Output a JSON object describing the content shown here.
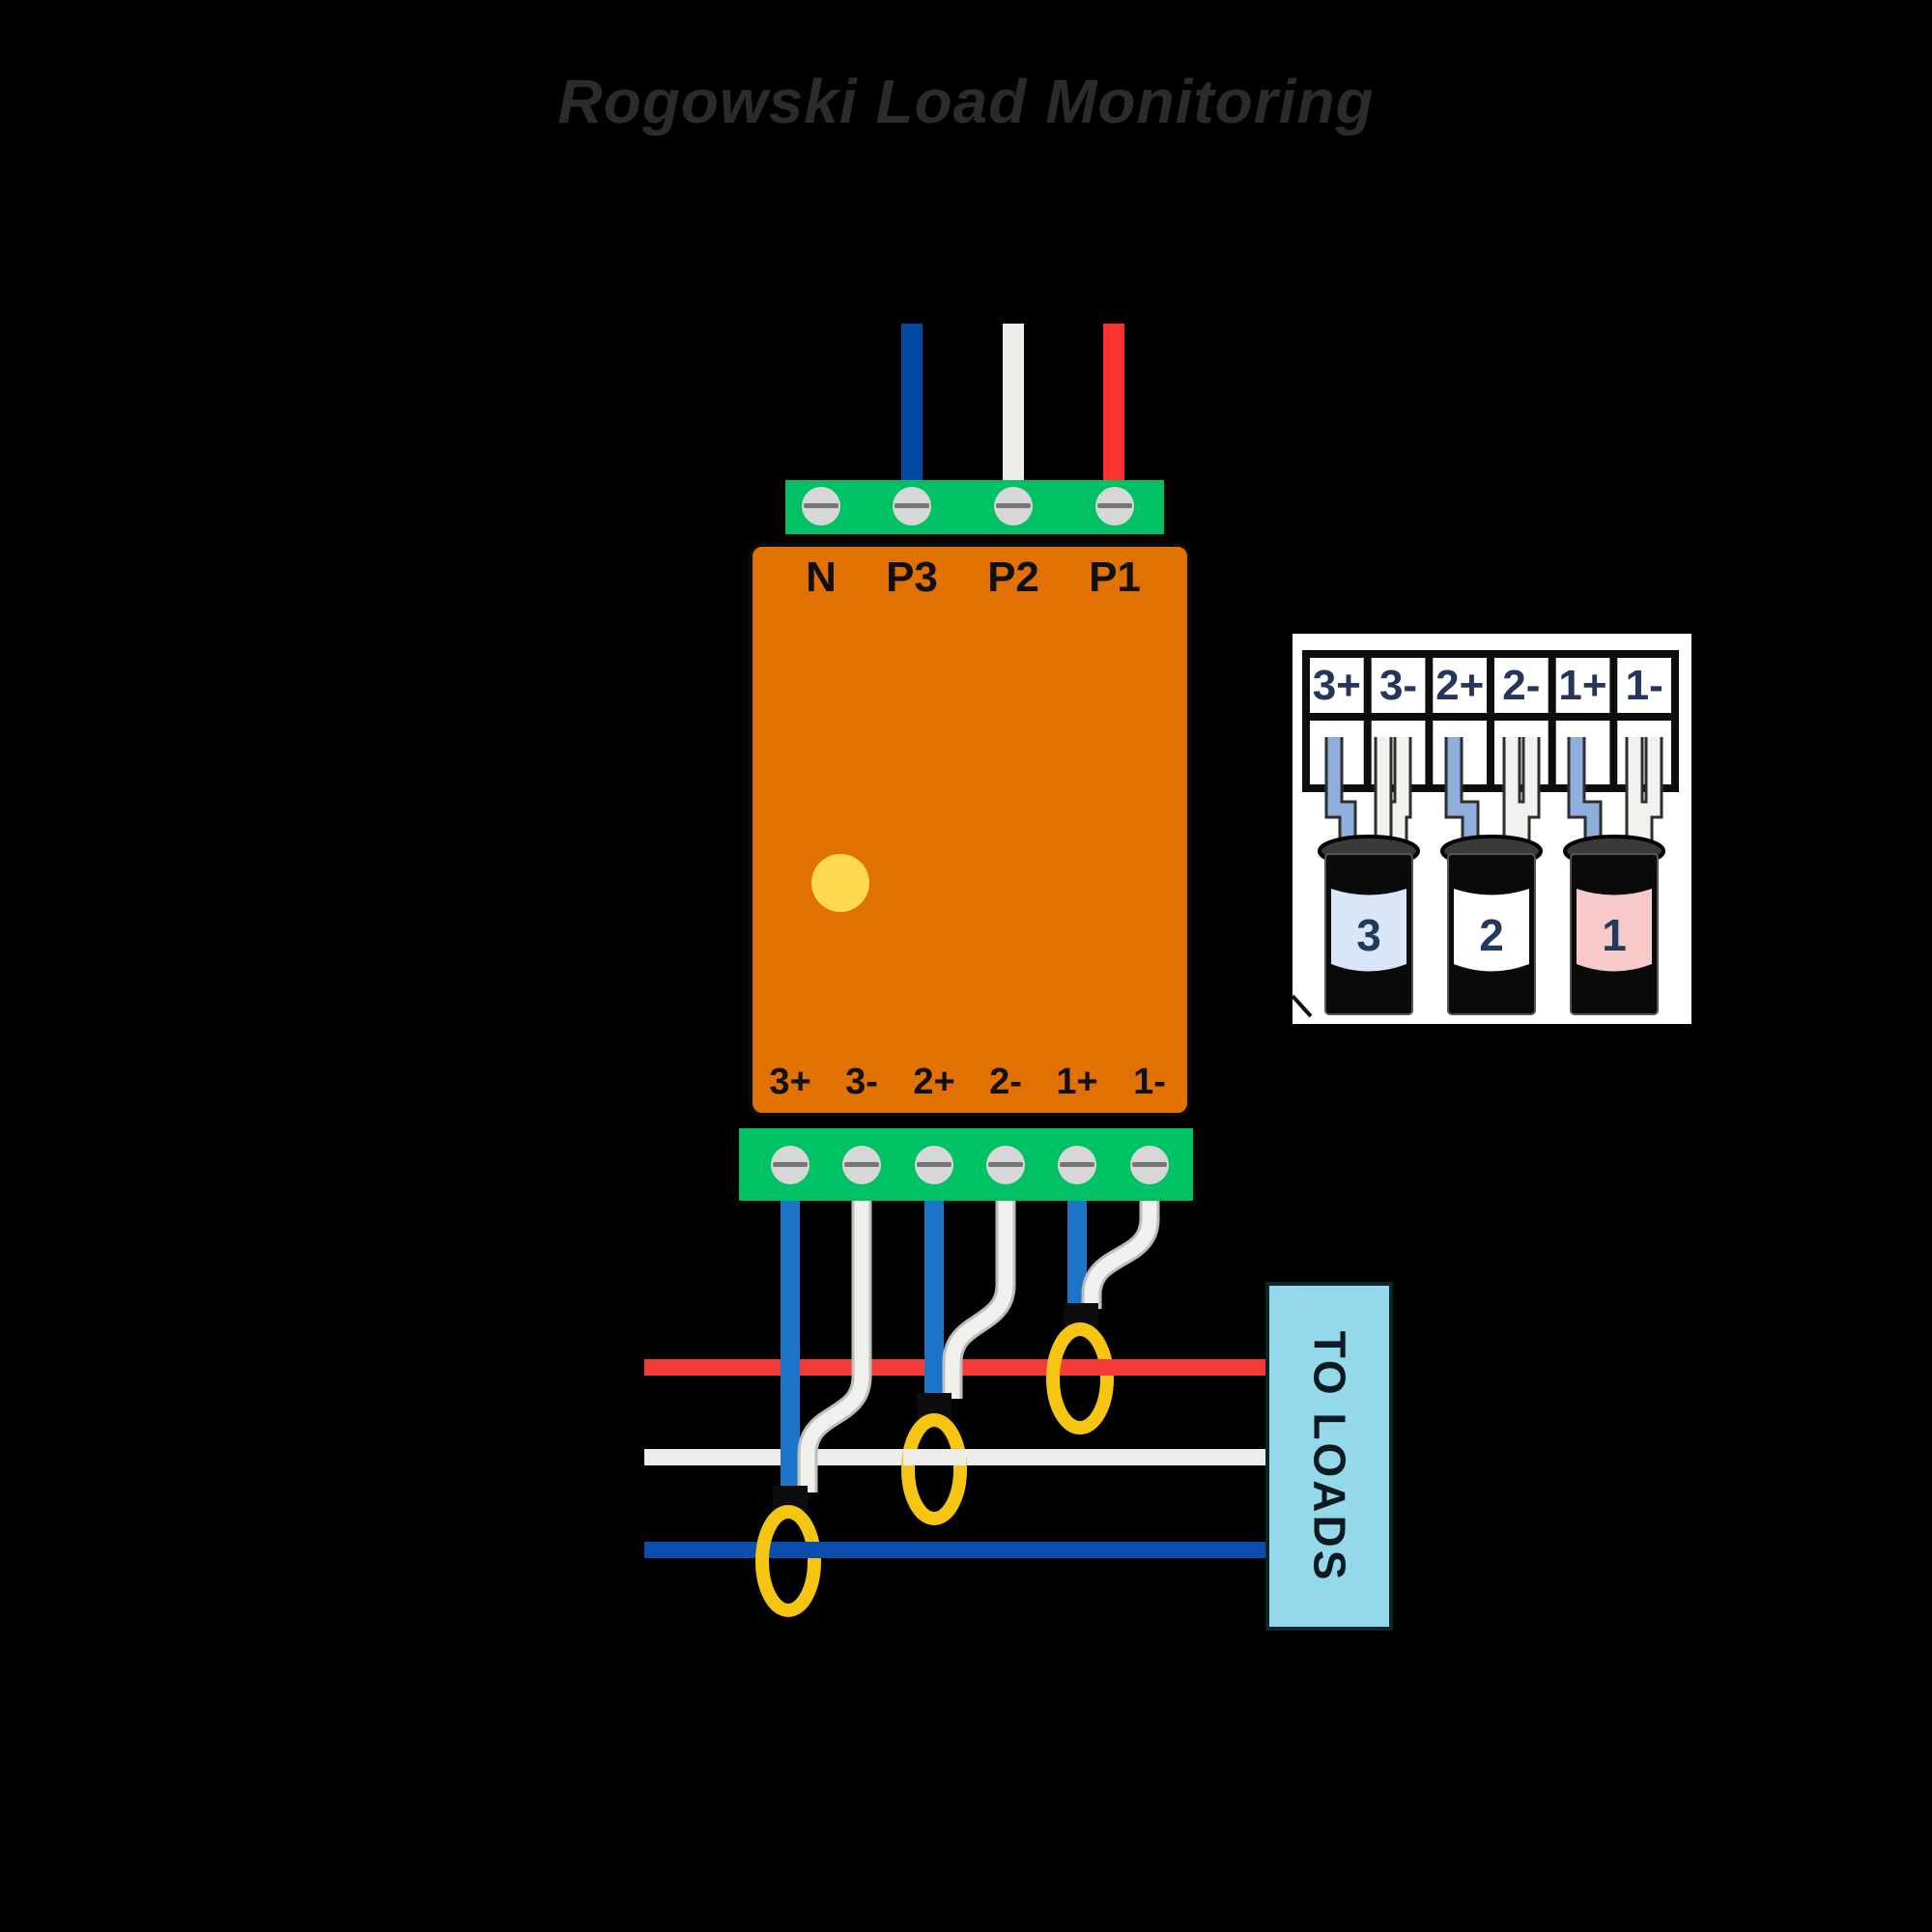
{
  "title": "Rogowski Load Monitoring",
  "device": {
    "top_terminals": [
      "N",
      "P3",
      "P2",
      "P1"
    ],
    "bottom_terminals": [
      "3+",
      "3-",
      "2+",
      "2-",
      "1+",
      "1-"
    ]
  },
  "inset": {
    "terminals": [
      "3+",
      "3-",
      "2+",
      "2-",
      "1+",
      "1-"
    ],
    "coil_labels": [
      "3",
      "2",
      "1"
    ]
  },
  "loads_label": "TO LOADS",
  "icons": {
    "led": "led-indicator",
    "screw": "screw-terminal-slot"
  },
  "colors": {
    "background": "#000000",
    "title_text": "#2B2B2B",
    "device_orange": "#E27104",
    "terminal_green": "#00C163",
    "screw_gray": "#D7D7D7",
    "led_yellow": "#FFD94F",
    "wire_blue_phase": "#0049A5",
    "wire_blue_load": "#0B4DAD",
    "wire_blue_sense": "#1B74C8",
    "wire_white": "#EDEDE9",
    "wire_red_phase": "#FF3232",
    "wire_red_load": "#F53A3A",
    "coil_yellow": "#F5C511",
    "inset_bg": "#FFFFFF",
    "inset_wire_blue": "#8FAEDC",
    "coil_band_blue": "#D8E6F8",
    "coil_band_white": "#FFFFFF",
    "coil_band_pink": "#F7C9C9",
    "loads_bg": "#93D9E9"
  }
}
